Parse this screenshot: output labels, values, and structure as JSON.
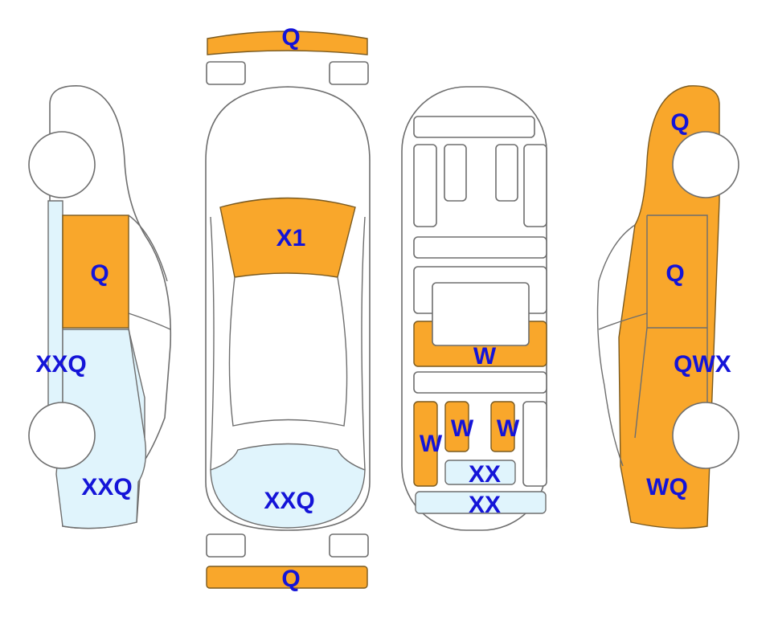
{
  "colors": {
    "damage_orange": "#F9A72B",
    "damage_blue": "#E0F4FC",
    "label": "#1414D8"
  },
  "labels": {
    "front_bumper": "Q",
    "rear_bumper": "Q",
    "windshield": "X1",
    "rear_window": "XXQ",
    "left_front_door": "Q",
    "left_side": "XXQ",
    "left_rear": "XXQ",
    "right_front": "Q",
    "right_front_door": "Q",
    "right_rear_door": "QWX",
    "right_rear": "WQ",
    "floor_middle": "W",
    "floor_left": "W",
    "floor_seat_left": "W",
    "floor_seat_right": "W",
    "floor_rear_1": "XX",
    "floor_rear_2": "XX"
  }
}
